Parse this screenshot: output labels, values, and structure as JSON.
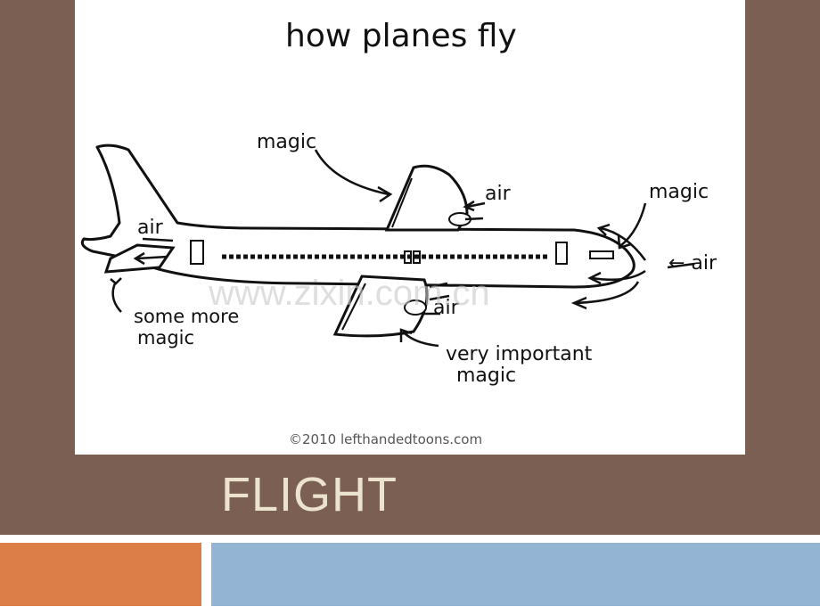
{
  "slide": {
    "title": "FLIGHT"
  },
  "cartoon": {
    "heading": "how planes fly",
    "labels": {
      "magic_top": "magic",
      "air_wing": "air",
      "magic_nose": "magic",
      "air_nose": "← air",
      "air_tail": "air",
      "some_more_magic_1": "some more",
      "some_more_magic_2": "magic",
      "air_lower": "air",
      "very_important_1": "very important",
      "very_important_2": "magic"
    },
    "watermark": "www.zixin.com.cn",
    "credit": "©2010  lefthandedtoons.com"
  },
  "colors": {
    "band": "#7a5f52",
    "title": "#ece3cf",
    "orange": "#dc7e48",
    "blue": "#93b5d3"
  }
}
